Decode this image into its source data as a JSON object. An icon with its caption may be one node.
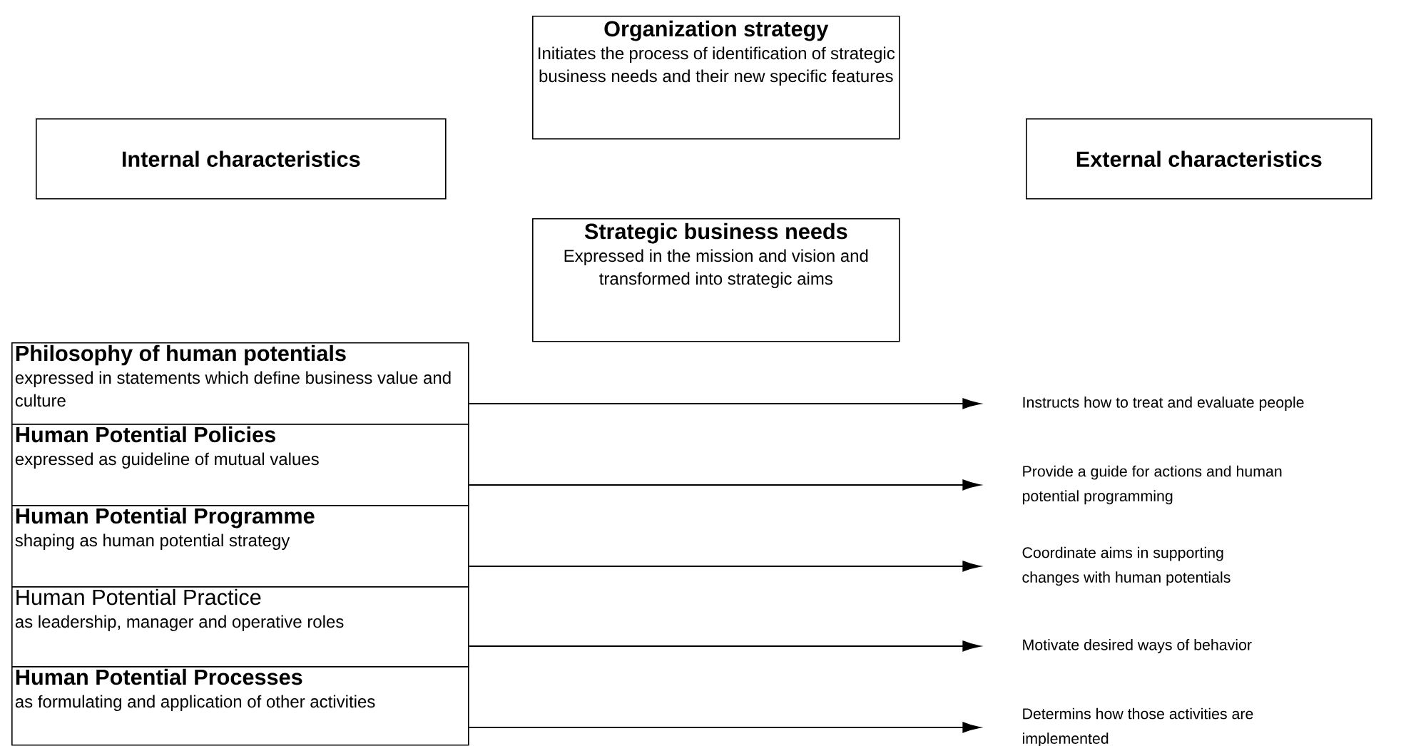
{
  "diagram": {
    "nodes": [
      {
        "text": [
          "Organization strategy",
          "Initiates the process of identification of strategic business needs and their new specific features"
        ]
      },
      {
        "text": [
          "Internal characteristics"
        ]
      },
      {
        "text": [
          "External characteristics"
        ]
      },
      {
        "text": [
          "Strategic business needs",
          "Expressed in the mission and vision and transformed into strategic aims"
        ]
      },
      {
        "text": [
          "Philosophy of human potentials",
          "expressed in statements which define business value and culture"
        ]
      },
      {
        "text": [
          "Human Potential Policies",
          "expressed as guideline of mutual values"
        ]
      },
      {
        "text": [
          "Human Potential Programme",
          "shaping as human potential strategy"
        ]
      },
      {
        "text": [
          "Human Potential Practice",
          "as leadership, manager and operative roles"
        ]
      },
      {
        "text": [
          "Human Potential Processes",
          "as formulating and application of other activities"
        ]
      },
      {
        "text": [
          "Instructs how to treat and evaluate people"
        ]
      },
      {
        "text": [
          "Provide a guide for actions and human potential programming"
        ]
      },
      {
        "text": [
          "Coordinate aims in supporting changes with human potentials"
        ]
      },
      {
        "text": [
          "Motivate desired ways of behavior"
        ]
      },
      {
        "text": [
          "Determins how those activities are implemented"
        ]
      }
    ],
    "edges": [
      {
        "from": 4,
        "to": 9,
        "arrow": "to"
      },
      {
        "from": 5,
        "to": 10,
        "arrow": "to"
      },
      {
        "from": 6,
        "to": 11,
        "arrow": "to"
      },
      {
        "from": 7,
        "to": 12,
        "arrow": "to"
      },
      {
        "from": 8,
        "to": 13,
        "arrow": "to"
      }
    ]
  }
}
